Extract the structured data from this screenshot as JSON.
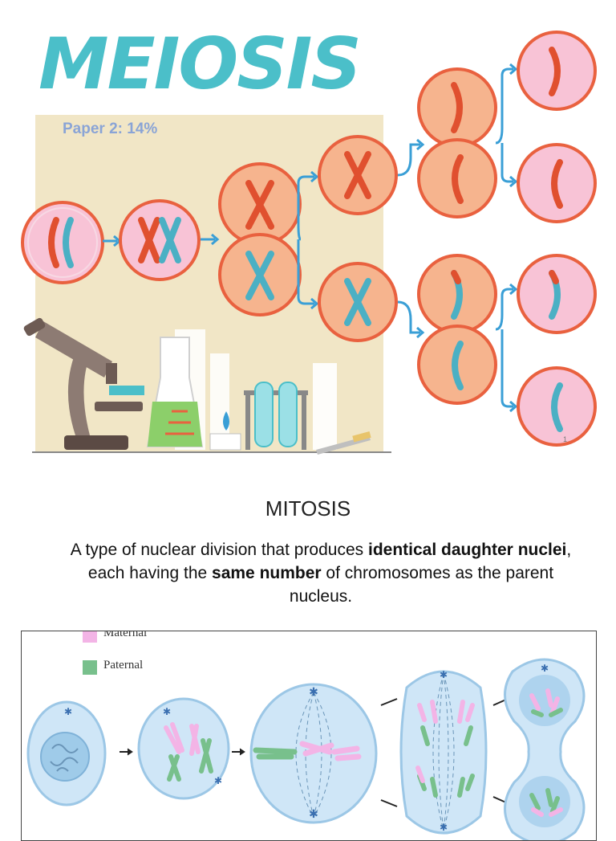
{
  "meiosis": {
    "title": "MEIOSIS",
    "subtitle": "Paper 2:  14%",
    "page_number": "1",
    "colors": {
      "title": "#4bbfc9",
      "cell_fill": "#f6b48e",
      "cell_border": "#e9613f",
      "chromosome_red": "#e0502f",
      "chromosome_blue": "#4bb0c4",
      "arrow": "#3a9fd6"
    }
  },
  "mitosis": {
    "title": "MITOSIS",
    "def_part1": "A type of nuclear division that produces ",
    "def_bold1": "identical daughter nuclei",
    "def_part2": ", each having the ",
    "def_bold2": "same number",
    "def_part3": " of chromosomes as the parent nucleus."
  },
  "figure": {
    "legend_maternal": "Maternal",
    "legend_paternal": "Paternal",
    "colors": {
      "maternal": "#f3b4e6",
      "paternal": "#78c08c",
      "cell": "#cfe6f7"
    }
  }
}
